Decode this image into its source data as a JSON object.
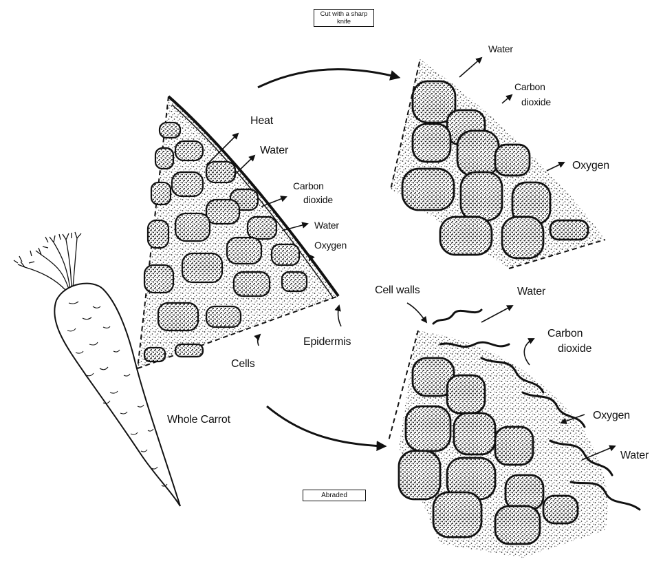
{
  "diagram": {
    "whole_carrot_label": "Whole Carrot",
    "cut_method_label": "Cut with a sharp knife",
    "abraded_label": "Abraded",
    "intact_section": {
      "labels": {
        "heat": "Heat",
        "water_1": "Water",
        "carbon": "Carbon",
        "dioxide": "dioxide",
        "water_2": "Water",
        "oxygen": "Oxygen",
        "epidermis": "Epidermis",
        "cells": "Cells"
      }
    },
    "cut_section": {
      "labels": {
        "water": "Water",
        "carbon": "Carbon",
        "dioxide": "dioxide",
        "oxygen": "Oxygen"
      }
    },
    "abraded_section": {
      "labels": {
        "cell_walls": "Cell walls",
        "water_1": "Water",
        "carbon": "Carbon",
        "dioxide": "dioxide",
        "oxygen": "Oxygen",
        "water_2": "Water"
      }
    }
  }
}
